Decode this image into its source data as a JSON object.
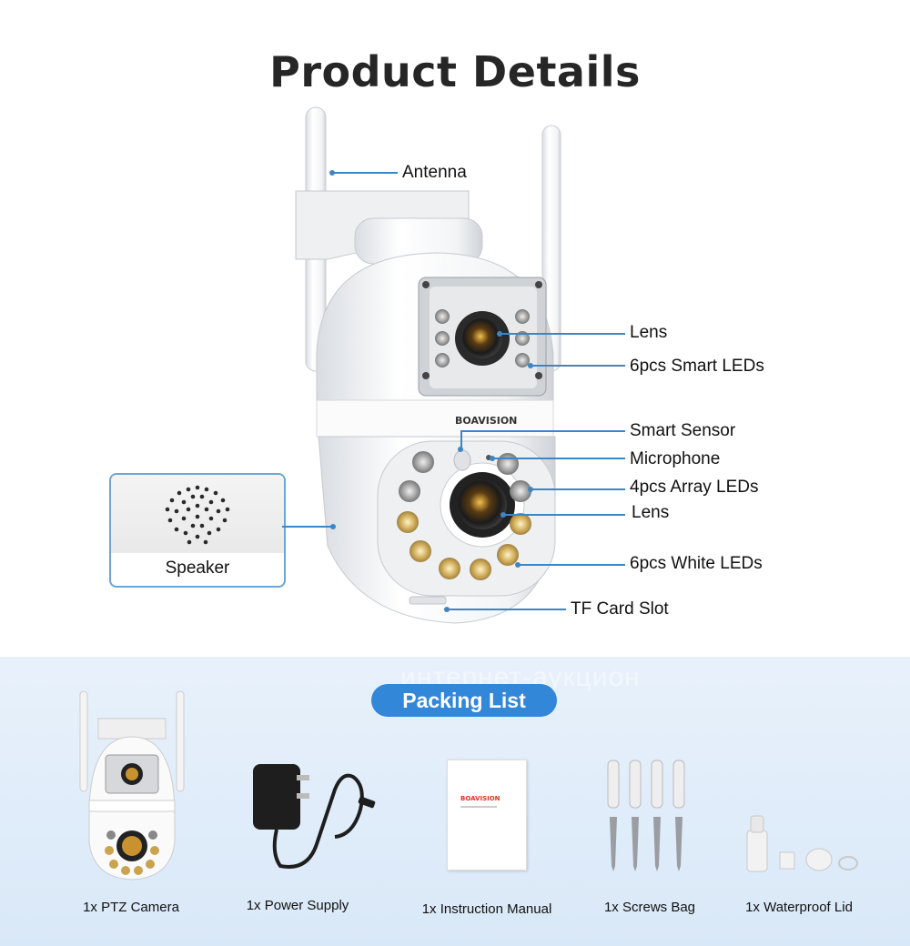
{
  "header": {
    "title": "Product Details"
  },
  "brand": {
    "logo_text": "BOAVISION"
  },
  "callouts": {
    "antenna": "Antenna",
    "lens_top": "Lens",
    "smart_leds": "6pcs Smart LEDs",
    "smart_sensor": "Smart Sensor",
    "microphone": "Microphone",
    "array_leds": "4pcs Array LEDs",
    "lens_bottom": "Lens",
    "white_leds": "6pcs White LEDs",
    "tf_card": "TF Card Slot"
  },
  "speaker": {
    "label": "Speaker"
  },
  "packing": {
    "title": "Packing List",
    "items": [
      {
        "label": "1x PTZ Camera",
        "icon": "ptz-camera-icon"
      },
      {
        "label": "1x Power Supply",
        "icon": "power-adapter-icon"
      },
      {
        "label": "1x Instruction Manual",
        "icon": "manual-icon"
      },
      {
        "label": "1x Screws Bag",
        "icon": "screws-icon"
      },
      {
        "label": "1x Waterproof Lid",
        "icon": "waterproof-lid-icon"
      }
    ]
  },
  "watermark": {
    "text": "интернет-аукцион"
  },
  "colors": {
    "accent": "#3387d8",
    "callout_line": "#3d86c6",
    "band": "#e3eefa"
  }
}
